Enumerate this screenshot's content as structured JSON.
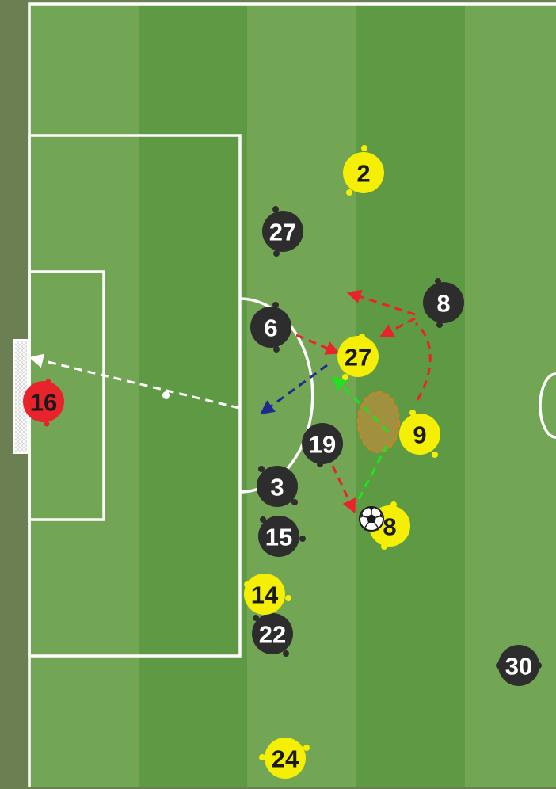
{
  "colors": {
    "outer": "#6b7f52",
    "stripe_light": "#72a654",
    "stripe_dark": "#5e9a44",
    "lines": "#ffffff",
    "team_dark": "#2e2d2d",
    "team_yellow": "#f5ef05",
    "goalkeeper": "#e8232b",
    "text_dark": "#ffffff",
    "text_light": "#1a1a1a",
    "arrow_red": "#e8232b",
    "arrow_white": "#ffffff",
    "arrow_green": "#21e21f",
    "arrow_blue": "#1f2a8f",
    "zone_fill": "#d98a3a"
  },
  "players": {
    "goalkeeper": [
      {
        "number": "16"
      }
    ],
    "dark": [
      {
        "number": "27"
      },
      {
        "number": "8"
      },
      {
        "number": "6"
      },
      {
        "number": "19"
      },
      {
        "number": "3"
      },
      {
        "number": "15"
      },
      {
        "number": "22"
      },
      {
        "number": "30"
      }
    ],
    "yellow": [
      {
        "number": "2"
      },
      {
        "number": "27"
      },
      {
        "number": "9"
      },
      {
        "number": "8"
      },
      {
        "number": "14"
      },
      {
        "number": "24"
      }
    ]
  },
  "ball": {
    "icon": "soccer-ball-icon"
  }
}
